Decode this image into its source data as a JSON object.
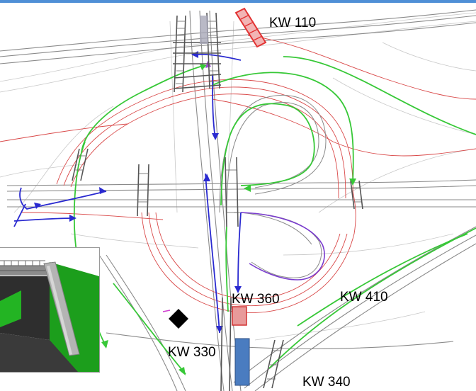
{
  "labels": {
    "kw110": "KW 110",
    "kw360": "KW 360",
    "kw410": "KW 410",
    "kw330": "KW 330",
    "kw340": "KW 340"
  },
  "colors": {
    "header_bar": "#4f8fd6",
    "linework_gray": "#8a8a8a",
    "linework_red": "#d94848",
    "route_green": "#37c837",
    "route_blue": "#2a2ad0",
    "route_purple": "#8a3ccf",
    "bridge_dark": "#555555",
    "highlight_red": "#e23232",
    "highlight_blue": "#4a7cc0",
    "embankment_green": "#1c9e1c"
  },
  "inset": {
    "subject": "3d-bridge-abutment-rendering"
  }
}
